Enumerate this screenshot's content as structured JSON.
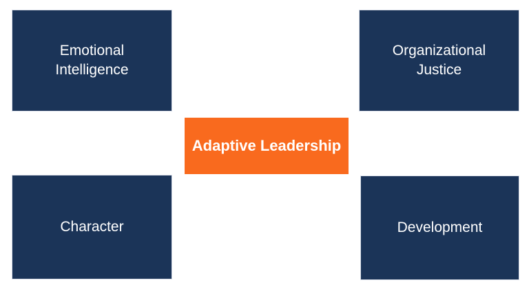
{
  "diagram": {
    "background_color": "#FFFFFF",
    "center": {
      "label": "Adaptive Leadership",
      "fill_color": "#F96A1E",
      "text_color": "#FFFFFF"
    },
    "boxes": [
      {
        "label": "Emotional Intelligence",
        "position": "top-left"
      },
      {
        "label": "Organizational Justice",
        "position": "top-right"
      },
      {
        "label": "Character",
        "position": "bottom-left"
      },
      {
        "label": "Development",
        "position": "bottom-right"
      }
    ],
    "box_fill_color": "#1B3458",
    "box_text_color": "#FFFFFF"
  }
}
